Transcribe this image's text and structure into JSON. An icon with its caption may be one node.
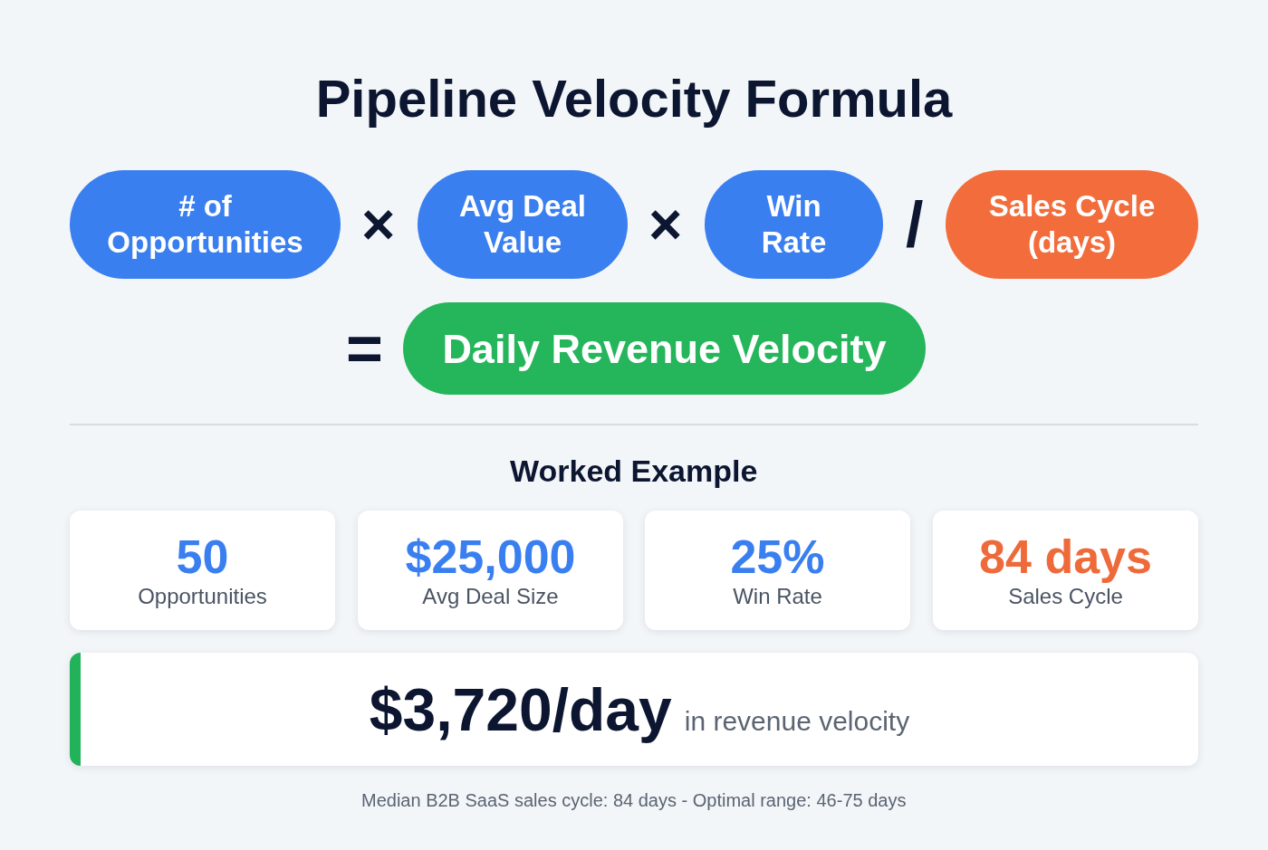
{
  "diagram": {
    "title": "Pipeline Velocity Formula",
    "nodes": [
      {
        "text": [
          "# of Opportunities"
        ]
      },
      {
        "text": [
          "Avg Deal Value"
        ]
      },
      {
        "text": [
          "Win Rate"
        ]
      },
      {
        "text": [
          "Sales Cycle (days)"
        ]
      },
      {
        "text": [
          "Daily Revenue Velocity"
        ]
      },
      {
        "text": [
          "50",
          "Opportunities"
        ]
      },
      {
        "text": [
          "$25,000",
          "Avg Deal Size"
        ]
      },
      {
        "text": [
          "25%",
          "Win Rate"
        ]
      },
      {
        "text": [
          "84 days",
          "Sales Cycle"
        ]
      },
      {
        "text": [
          "$3,720/day",
          "in revenue velocity"
        ]
      }
    ],
    "edges": [],
    "labels": [
      "×",
      "×",
      "/",
      "=",
      "Worked Example",
      "Median B2B SaaS sales cycle: 84 days - Optimal range: 46-75 days"
    ]
  }
}
